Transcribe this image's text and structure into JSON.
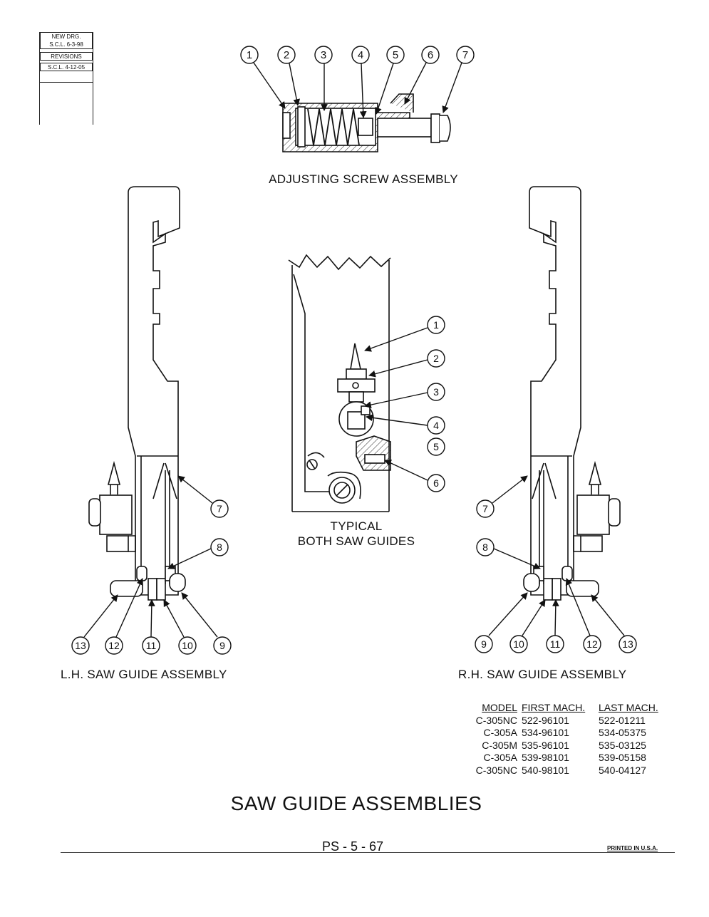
{
  "revision_block": {
    "new_drg_label": "NEW DRG.",
    "new_drg_value": "S.C.L. 6-3-98",
    "revisions_label": "REVISIONS",
    "revisions_value": "S.C.L. 4-12-05"
  },
  "adjusting_screw": {
    "caption": "ADJUSTING SCREW ASSEMBLY",
    "callouts": [
      "1",
      "2",
      "3",
      "4",
      "5",
      "6",
      "7"
    ]
  },
  "typical": {
    "caption_line1": "TYPICAL",
    "caption_line2": "BOTH SAW GUIDES",
    "callouts": [
      "1",
      "2",
      "3",
      "4",
      "5",
      "6"
    ]
  },
  "lh_assembly": {
    "caption": "L.H. SAW GUIDE ASSEMBLY",
    "callouts_side": [
      "7",
      "8"
    ],
    "callouts_bottom": [
      "13",
      "12",
      "11",
      "10",
      "9"
    ]
  },
  "rh_assembly": {
    "caption": "R.H. SAW GUIDE ASSEMBLY",
    "callouts_side": [
      "7",
      "8"
    ],
    "callouts_bottom": [
      "9",
      "10",
      "11",
      "12",
      "13"
    ]
  },
  "model_table": {
    "headers": [
      "MODEL",
      "FIRST MACH.",
      "LAST MACH."
    ],
    "rows": [
      [
        "C-305NC",
        "522-96101",
        "522-01211"
      ],
      [
        "C-305A",
        "534-96101",
        "534-05375"
      ],
      [
        "C-305M",
        "535-96101",
        "535-03125"
      ],
      [
        "C-305A",
        "539-98101",
        "539-05158"
      ],
      [
        "C-305NC",
        "540-98101",
        "540-04127"
      ]
    ]
  },
  "page_title": "SAW GUIDE ASSEMBLIES",
  "page_number": "PS - 5 - 67",
  "printed": "PRINTED IN U.S.A."
}
